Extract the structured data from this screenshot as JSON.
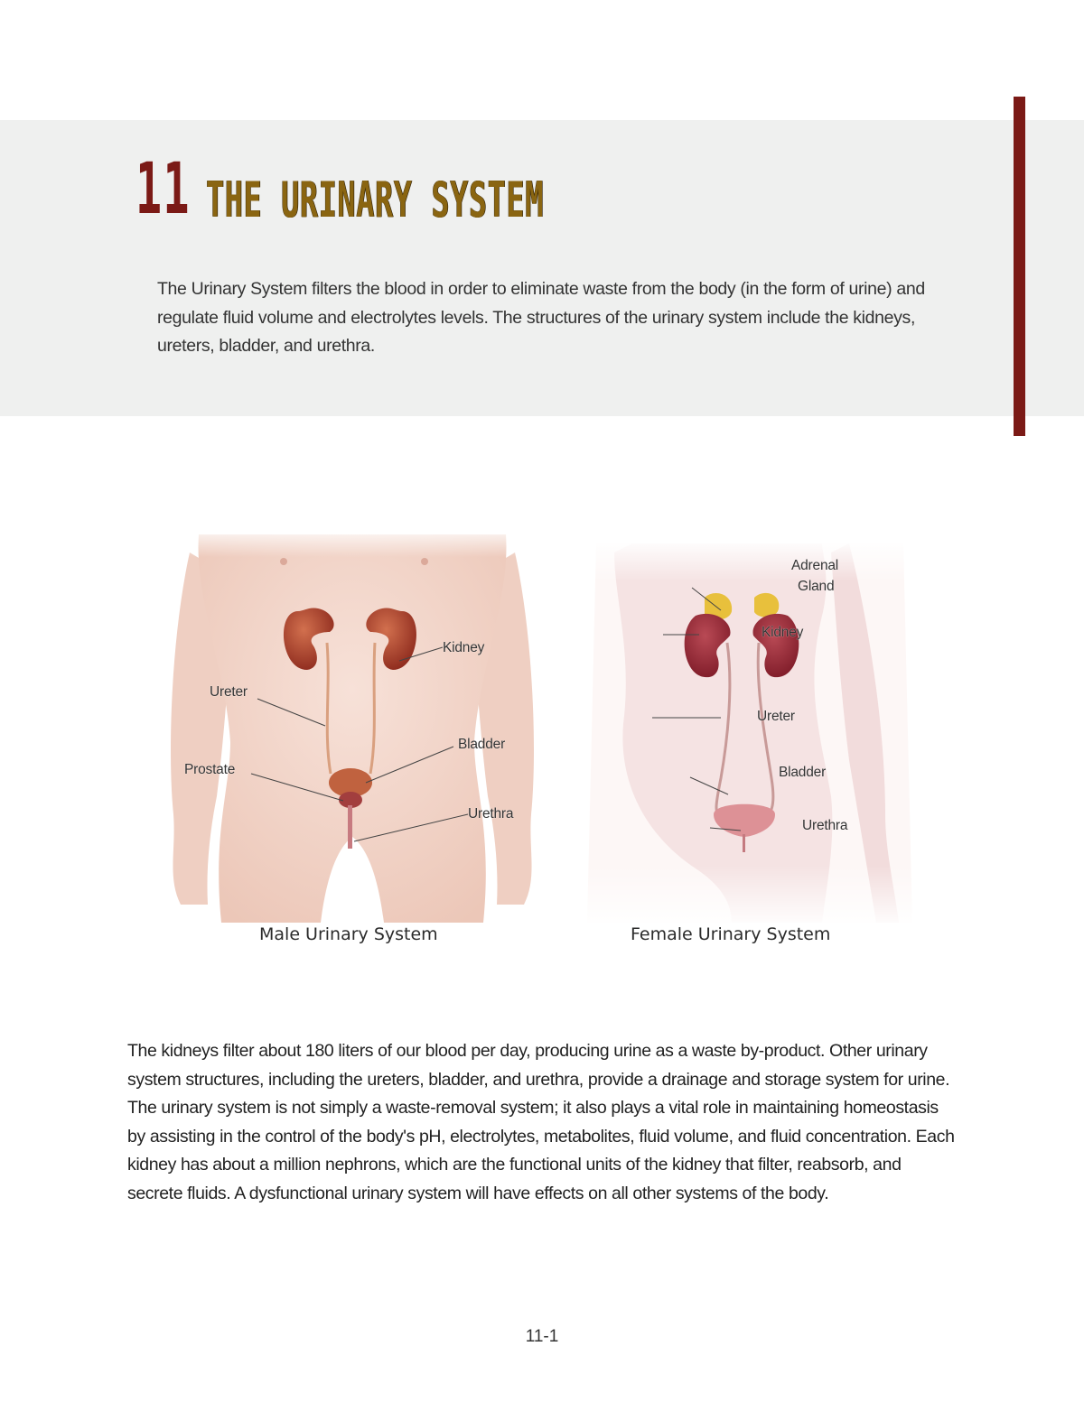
{
  "header": {
    "chapter_number": "11",
    "chapter_title": "THE URINARY SYSTEM",
    "accent_color": "#7b1a16",
    "title_color": "#8a6511",
    "band_color": "#eff0ef"
  },
  "intro": {
    "text": "The Urinary System filters the blood in order to eliminate waste from the body (in the form of urine) and regulate fluid volume and electrolytes levels. The structures of the urinary system include the kidneys, ureters, bladder, and urethra."
  },
  "figures": {
    "male": {
      "caption": "Male Urinary System",
      "labels": {
        "kidney": "Kidney",
        "ureter": "Ureter",
        "bladder": "Bladder",
        "prostate": "Prostate",
        "urethra": "Urethra"
      }
    },
    "female": {
      "caption": "Female Urinary System",
      "labels": {
        "adrenal_line1": "Adrenal",
        "adrenal_line2": "Gland",
        "kidney": "Kidney",
        "ureter": "Ureter",
        "bladder": "Bladder",
        "urethra": "Urethra"
      }
    }
  },
  "body": {
    "paragraph": "The kidneys filter about 180 liters of our blood per day, producing urine as a waste by-product. Other urinary system structures, including the ureters, bladder, and urethra, provide a drainage and storage system for urine. The urinary system is not simply a waste-removal system; it also plays a vital role in maintaining homeostasis by assisting in the control of the body's pH, electrolytes, metabolites, fluid volume, and fluid concentration. Each kidney has about a million nephrons, which are the functional units of the kidney that filter, reabsorb, and secrete fluids. A dysfunctional urinary system will have effects on all other systems of the body."
  },
  "footer": {
    "page_number": "11-1"
  }
}
